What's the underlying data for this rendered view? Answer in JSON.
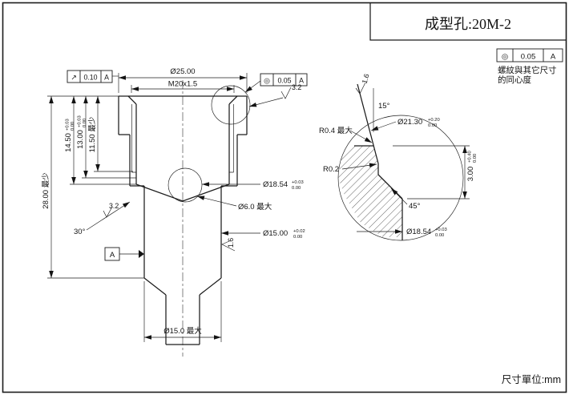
{
  "title_block": {
    "title": "成型孔:20M-2"
  },
  "footer": {
    "unit_label": "尺寸單位:mm"
  },
  "top_note": {
    "fcf": {
      "symbol": "◎",
      "tolerance": "0.05",
      "datum": "A"
    },
    "note_line1": "螺紋與其它尺寸",
    "note_line2": "的同心度"
  },
  "main_view": {
    "fcf_face": {
      "symbol": "↗",
      "tolerance": "0.10",
      "datum": "A"
    },
    "fcf_thread": {
      "symbol": "◎",
      "tolerance": "0.05",
      "datum": "A"
    },
    "datum_label": "A",
    "dia_top": {
      "value": "Ø25.00"
    },
    "thread": {
      "value": "M20x1.5"
    },
    "depth_drill": {
      "value": "14.50",
      "tol_upper": "+0.03",
      "tol_lower": "0.00"
    },
    "depth_counter": {
      "value": "13.00",
      "tol_upper": "+0.03",
      "tol_lower": "0.00"
    },
    "depth_thread": {
      "value": "11.50 最少"
    },
    "height_total": {
      "value": "28.00 最少"
    },
    "dia_drill": {
      "value": "Ø18.54",
      "tol_upper": "+0.03",
      "tol_lower": "0.00"
    },
    "dia_small_hole": {
      "value": "Ø6.0 最大"
    },
    "dia_body": {
      "value": "Ø15.00",
      "tol_upper": "+0.02",
      "tol_lower": "0.00"
    },
    "angle_taper": {
      "value": "30°"
    },
    "dia_tip": {
      "value": "Ø15.0 最大"
    },
    "sf_entry": {
      "value": "3.2"
    },
    "sf_taper": {
      "value": "3.2"
    },
    "sf_body": {
      "value": "1.6"
    }
  },
  "detail_view": {
    "sf_groove": {
      "value": "1.6"
    },
    "angle_lead": {
      "value": "15°"
    },
    "dia_groove": {
      "value": "Ø21.30",
      "tol_upper": "+0.20",
      "tol_lower": "0.00"
    },
    "radius_max": {
      "value": "R0.4 最大"
    },
    "radius_min": {
      "value": "R0.2"
    },
    "angle_chamfer": {
      "value": "45°"
    },
    "groove_height": {
      "value": "3.00",
      "tol_upper": "+0.40",
      "tol_lower": "0.00"
    },
    "dia_drill": {
      "value": "Ø18.54",
      "tol_upper": "+0.03",
      "tol_lower": "0.00"
    }
  }
}
